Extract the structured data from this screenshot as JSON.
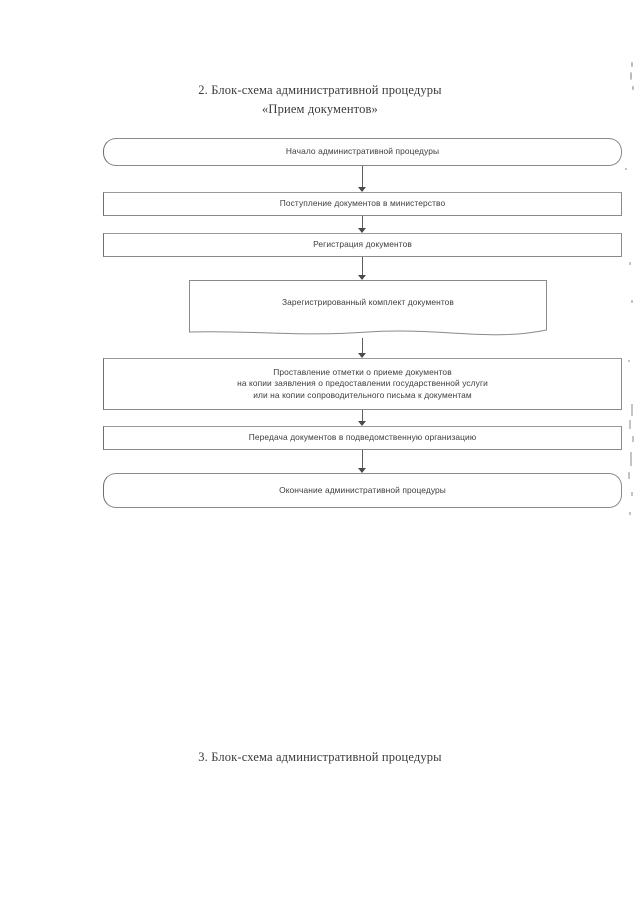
{
  "document": {
    "title_line_1": "2. Блок-схема административной процедуры",
    "title_line_2": "«Прием документов»",
    "bottom_title": "3. Блок-схема административной процедуры"
  },
  "flowchart": {
    "nodes": [
      {
        "id": "start",
        "shape": "rounded",
        "label": "Начало административной процедуры"
      },
      {
        "id": "incoming",
        "shape": "rect",
        "label": "Поступление документов в министерство"
      },
      {
        "id": "registration",
        "shape": "rect",
        "label": "Регистрация документов"
      },
      {
        "id": "registered-set",
        "shape": "document",
        "label": "Зарегистрированный комплект документов"
      },
      {
        "id": "mark",
        "shape": "rect",
        "label_line_1": "Проставление отметки о приеме документов",
        "label_line_2": "на копии заявления о предоставлении государственной услуги",
        "label_line_3": "или на копии сопроводительного письма к документам"
      },
      {
        "id": "transfer",
        "shape": "rect",
        "label": "Передача документов в подведомственную организацию"
      },
      {
        "id": "end",
        "shape": "rounded",
        "label": "Окончание административной процедуры"
      }
    ]
  },
  "colors": {
    "page_background": "#ffffff",
    "box_border": "#8a8a8a",
    "text": "#3d3d3d",
    "title_text": "#3a3a3a",
    "connector": "#5d5d5d"
  }
}
